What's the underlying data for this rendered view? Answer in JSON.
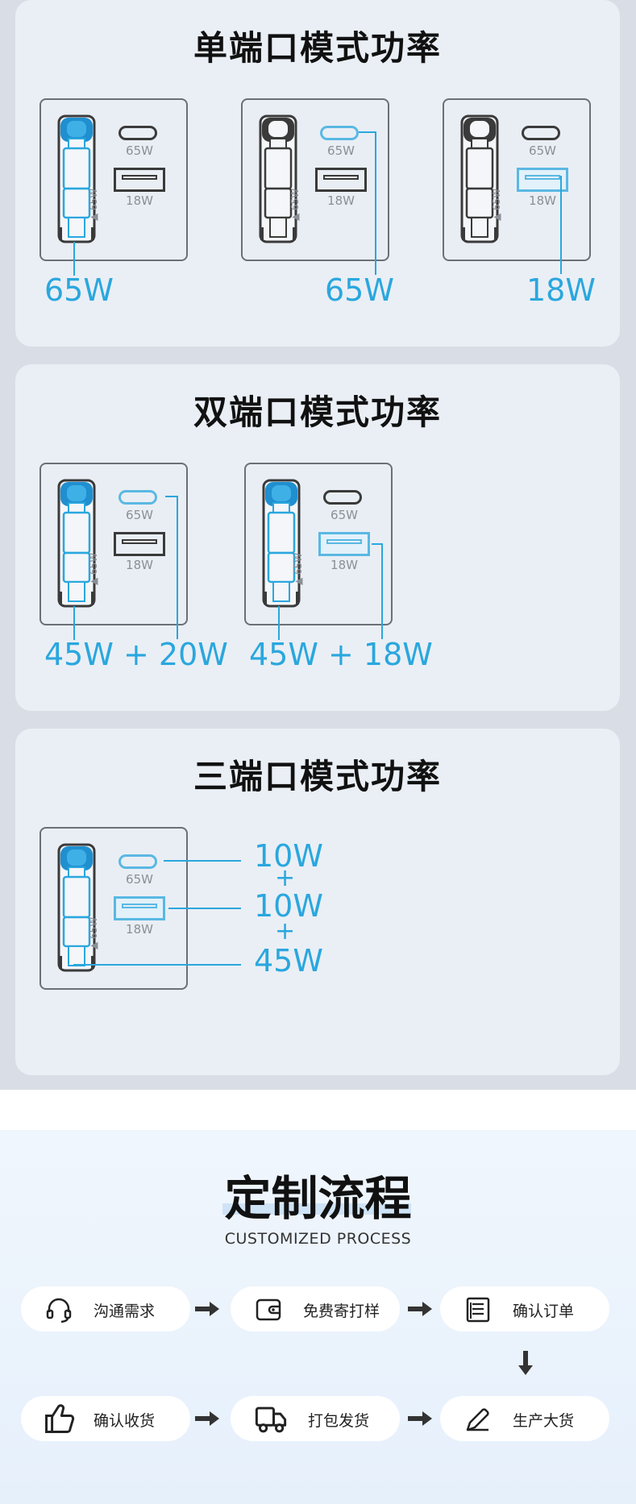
{
  "sections": [
    {
      "title": "单端口模式功率"
    },
    {
      "title": "双端口模式功率"
    },
    {
      "title": "三端口模式功率"
    }
  ],
  "port_labels": {
    "c": "65W",
    "a": "18W",
    "side": "65W"
  },
  "single": [
    "65W",
    "65W",
    "18W"
  ],
  "dual": [
    "45W + 20W",
    "45W + 18W"
  ],
  "triple": {
    "w1": "10W",
    "p1": "+",
    "w2": "10W",
    "p2": "+",
    "w3": "45W"
  },
  "process": {
    "title": "定制流程",
    "subtitle": "CUSTOMIZED PROCESS",
    "steps": [
      "沟通需求",
      "免费寄打样",
      "确认订单",
      "确认收货",
      "打包发货",
      "生产大货"
    ]
  },
  "colors": {
    "accent": "#2aa7de",
    "port_active": "#5ab8e3",
    "card": "#eaeff5"
  }
}
